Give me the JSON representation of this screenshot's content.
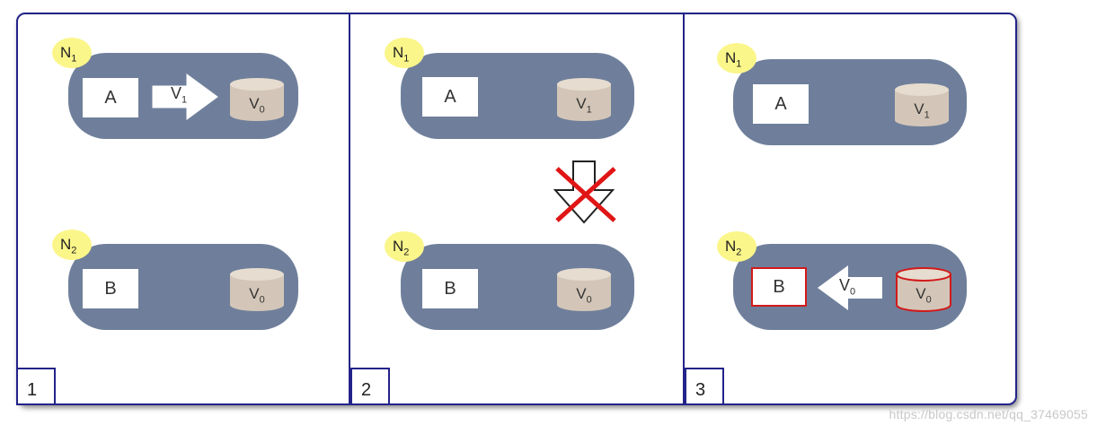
{
  "panels": [
    {
      "number": "1",
      "n1": {
        "badge": "N",
        "badge_sub": "1",
        "process": "A",
        "arrow": "V",
        "arrow_sub": "1",
        "store": "V",
        "store_sub": "0"
      },
      "n2": {
        "badge": "N",
        "badge_sub": "2",
        "process": "B",
        "store": "V",
        "store_sub": "0"
      }
    },
    {
      "number": "2",
      "n1": {
        "badge": "N",
        "badge_sub": "1",
        "process": "A",
        "store": "V",
        "store_sub": "1"
      },
      "n2": {
        "badge": "N",
        "badge_sub": "2",
        "process": "B",
        "store": "V",
        "store_sub": "0"
      }
    },
    {
      "number": "3",
      "n1": {
        "badge": "N",
        "badge_sub": "1",
        "process": "A",
        "store": "V",
        "store_sub": "1"
      },
      "n2": {
        "badge": "N",
        "badge_sub": "2",
        "process": "B",
        "arrow": "V",
        "arrow_sub": "0",
        "store": "V",
        "store_sub": "0"
      }
    }
  ],
  "colors": {
    "node": "#6f7f9b",
    "badge": "#fbf68a",
    "store": "#d3c6b8",
    "border": "#23238a",
    "highlight": "#d21a1a"
  },
  "watermark": "https://blog.csdn.net/qq_37469055"
}
